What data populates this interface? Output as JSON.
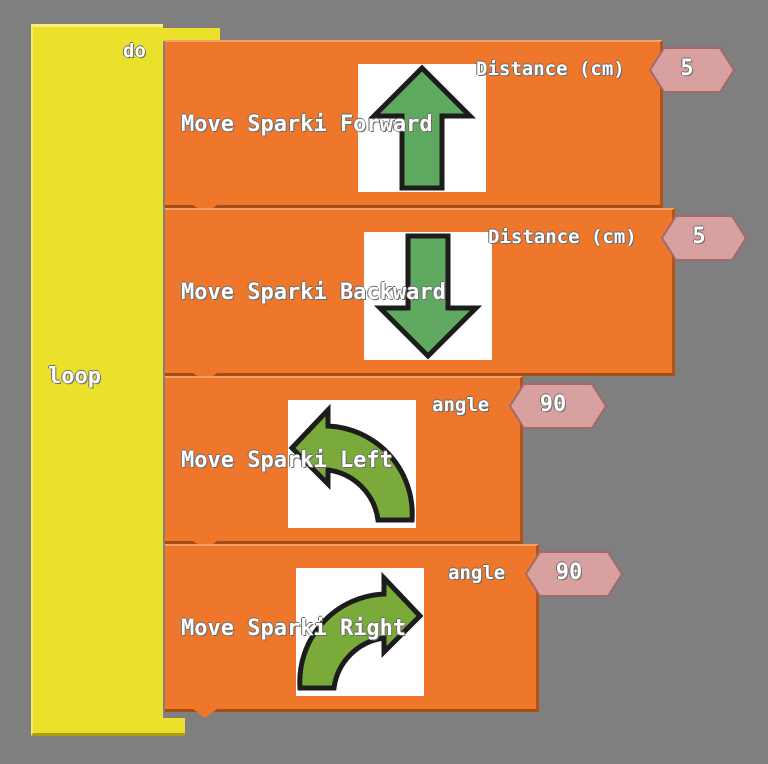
{
  "loop": {
    "label": "loop",
    "do_label": "do",
    "color": "#ebe12b"
  },
  "blocks": [
    {
      "label": "Move Sparki Forward",
      "param_label": "Distance (cm)",
      "value": "5",
      "icon": "arrow-up-icon"
    },
    {
      "label": "Move Sparki Backward",
      "param_label": "Distance (cm)",
      "value": "5",
      "icon": "arrow-down-icon"
    },
    {
      "label": "Move Sparki Left",
      "param_label": "angle",
      "value": "90",
      "icon": "turn-left-icon"
    },
    {
      "label": "Move Sparki Right",
      "param_label": "angle",
      "value": "90",
      "icon": "turn-right-icon"
    }
  ],
  "colors": {
    "command_block": "#ee772c",
    "value_input": "#d9a0a0",
    "icon_fill": "#5fa85f",
    "background": "#7f7f7f"
  }
}
